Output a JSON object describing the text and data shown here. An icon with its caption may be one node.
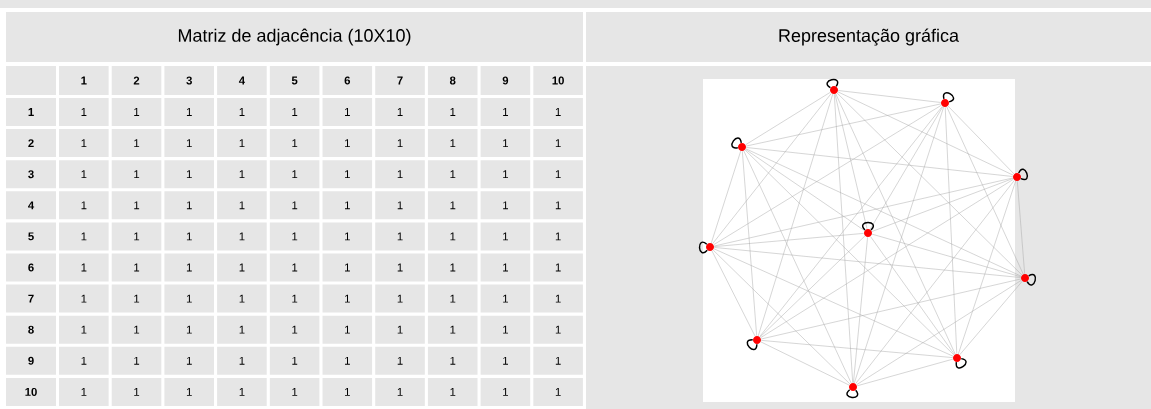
{
  "diagram": {
    "nodes": [
      {
        "text": [],
        "shape": "circle"
      },
      {
        "text": [],
        "shape": "circle"
      },
      {
        "text": [],
        "shape": "circle"
      },
      {
        "text": [],
        "shape": "circle"
      },
      {
        "text": [],
        "shape": "circle"
      },
      {
        "text": [],
        "shape": "circle"
      },
      {
        "text": [],
        "shape": "circle"
      },
      {
        "text": [],
        "shape": "circle"
      },
      {
        "text": [],
        "shape": "circle"
      },
      {
        "text": [],
        "shape": "circle"
      }
    ],
    "edges": [
      {
        "from": 0,
        "to": 1,
        "arrow": "none"
      },
      {
        "from": 0,
        "to": 2,
        "arrow": "none"
      },
      {
        "from": 0,
        "to": 3,
        "arrow": "none"
      },
      {
        "from": 0,
        "to": 4,
        "arrow": "none"
      },
      {
        "from": 0,
        "to": 5,
        "arrow": "none"
      },
      {
        "from": 0,
        "to": 6,
        "arrow": "none"
      },
      {
        "from": 0,
        "to": 7,
        "arrow": "none"
      },
      {
        "from": 0,
        "to": 8,
        "arrow": "none"
      },
      {
        "from": 0,
        "to": 9,
        "arrow": "none"
      },
      {
        "from": 1,
        "to": 2,
        "arrow": "none"
      },
      {
        "from": 1,
        "to": 3,
        "arrow": "none"
      },
      {
        "from": 1,
        "to": 4,
        "arrow": "none"
      },
      {
        "from": 1,
        "to": 5,
        "arrow": "none"
      },
      {
        "from": 1,
        "to": 6,
        "arrow": "none"
      },
      {
        "from": 1,
        "to": 7,
        "arrow": "none"
      },
      {
        "from": 1,
        "to": 8,
        "arrow": "none"
      },
      {
        "from": 1,
        "to": 9,
        "arrow": "none"
      },
      {
        "from": 2,
        "to": 3,
        "arrow": "none"
      },
      {
        "from": 2,
        "to": 4,
        "arrow": "none"
      },
      {
        "from": 2,
        "to": 5,
        "arrow": "none"
      },
      {
        "from": 2,
        "to": 6,
        "arrow": "none"
      },
      {
        "from": 2,
        "to": 7,
        "arrow": "none"
      },
      {
        "from": 2,
        "to": 8,
        "arrow": "none"
      },
      {
        "from": 2,
        "to": 9,
        "arrow": "none"
      },
      {
        "from": 3,
        "to": 4,
        "arrow": "none"
      },
      {
        "from": 3,
        "to": 5,
        "arrow": "none"
      },
      {
        "from": 3,
        "to": 6,
        "arrow": "none"
      },
      {
        "from": 3,
        "to": 7,
        "arrow": "none"
      },
      {
        "from": 3,
        "to": 8,
        "arrow": "none"
      },
      {
        "from": 3,
        "to": 9,
        "arrow": "none"
      },
      {
        "from": 4,
        "to": 5,
        "arrow": "none"
      },
      {
        "from": 4,
        "to": 6,
        "arrow": "none"
      },
      {
        "from": 4,
        "to": 7,
        "arrow": "none"
      },
      {
        "from": 4,
        "to": 8,
        "arrow": "none"
      },
      {
        "from": 4,
        "to": 9,
        "arrow": "none"
      },
      {
        "from": 5,
        "to": 6,
        "arrow": "none"
      },
      {
        "from": 5,
        "to": 7,
        "arrow": "none"
      },
      {
        "from": 5,
        "to": 8,
        "arrow": "none"
      },
      {
        "from": 5,
        "to": 9,
        "arrow": "none"
      },
      {
        "from": 6,
        "to": 7,
        "arrow": "none"
      },
      {
        "from": 6,
        "to": 8,
        "arrow": "none"
      },
      {
        "from": 6,
        "to": 9,
        "arrow": "none"
      },
      {
        "from": 7,
        "to": 8,
        "arrow": "none"
      },
      {
        "from": 7,
        "to": 9,
        "arrow": "none"
      },
      {
        "from": 8,
        "to": 9,
        "arrow": "none"
      },
      {
        "from": 0,
        "to": 0,
        "arrow": "none",
        "color": "#000000"
      },
      {
        "from": 1,
        "to": 1,
        "arrow": "none",
        "color": "#000000"
      },
      {
        "from": 2,
        "to": 2,
        "arrow": "none",
        "color": "#000000"
      },
      {
        "from": 3,
        "to": 3,
        "arrow": "none",
        "color": "#000000"
      },
      {
        "from": 4,
        "to": 4,
        "arrow": "none",
        "color": "#000000"
      },
      {
        "from": 5,
        "to": 5,
        "arrow": "none",
        "color": "#000000"
      },
      {
        "from": 6,
        "to": 6,
        "arrow": "none",
        "color": "#000000"
      },
      {
        "from": 7,
        "to": 7,
        "arrow": "none",
        "color": "#000000"
      },
      {
        "from": 8,
        "to": 8,
        "arrow": "none",
        "color": "#000000"
      },
      {
        "from": 9,
        "to": 9,
        "arrow": "none",
        "color": "#000000"
      }
    ],
    "labels": [
      "Matriz de adjacência (10X10)",
      "Representação gráfica",
      "1",
      "2",
      "3",
      "4",
      "5",
      "6",
      "7",
      "8",
      "9",
      "10",
      "1",
      "1",
      "1",
      "1",
      "1",
      "1",
      "1",
      "1",
      "1",
      "1",
      "1",
      "2",
      "1",
      "1",
      "1",
      "1",
      "1",
      "1",
      "1",
      "1",
      "1",
      "1",
      "3",
      "1",
      "1",
      "1",
      "1",
      "1",
      "1",
      "1",
      "1",
      "1",
      "1",
      "4",
      "1",
      "1",
      "1",
      "1",
      "1",
      "1",
      "1",
      "1",
      "1",
      "1",
      "5",
      "1",
      "1",
      "1",
      "1",
      "1",
      "1",
      "1",
      "1",
      "1",
      "1",
      "6",
      "1",
      "1",
      "1",
      "1",
      "1",
      "1",
      "1",
      "1",
      "1",
      "1",
      "7",
      "1",
      "1",
      "1",
      "1",
      "1",
      "1",
      "1",
      "1",
      "1",
      "1",
      "8",
      "1",
      "1",
      "1",
      "1",
      "1",
      "1",
      "1",
      "1",
      "1",
      "1",
      "9",
      "1",
      "1",
      "1",
      "1",
      "1",
      "1",
      "1",
      "1",
      "1",
      "1",
      "10",
      "1",
      "1",
      "1",
      "1",
      "1",
      "1",
      "1",
      "1",
      "1",
      "1"
    ]
  }
}
